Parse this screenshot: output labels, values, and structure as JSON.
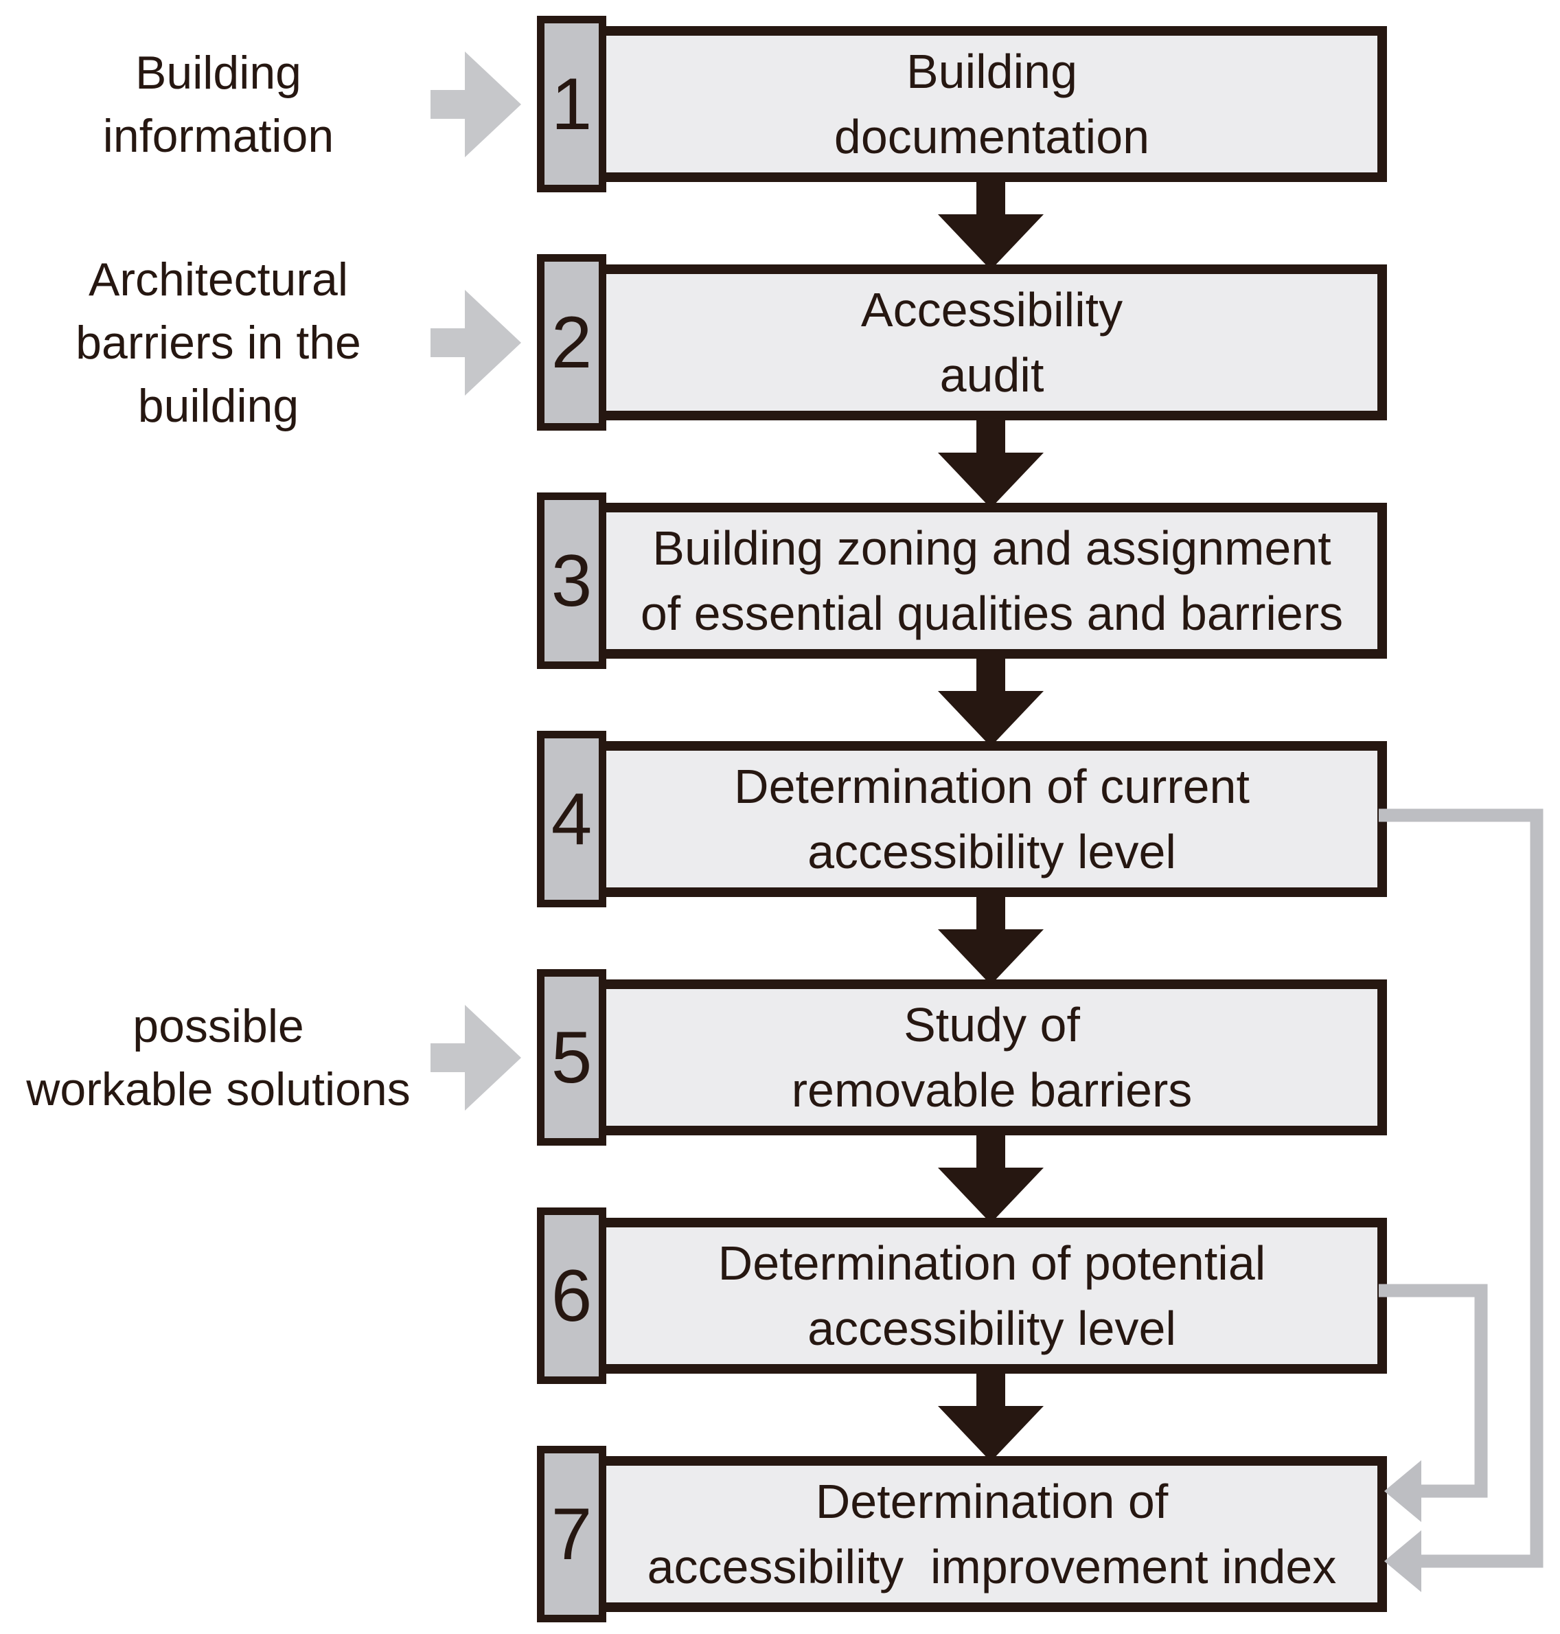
{
  "diagram": {
    "steps": [
      {
        "number": "1",
        "line1": "Building",
        "line2": "documentation"
      },
      {
        "number": "2",
        "line1": "Accessibility",
        "line2": "audit"
      },
      {
        "number": "3",
        "line1": "Building zoning and assignment",
        "line2": "of essential qualities and barriers"
      },
      {
        "number": "4",
        "line1": "Determination of current",
        "line2": "accessibility level"
      },
      {
        "number": "5",
        "line1": "Study of",
        "line2": "removable barriers"
      },
      {
        "number": "6",
        "line1": "Determination of potential",
        "line2": "accessibility level"
      },
      {
        "number": "7",
        "line1": "Determination of",
        "line2": "accessibility  improvement index"
      }
    ],
    "side_labels": [
      {
        "points_to_step": "1",
        "lines": [
          "Building",
          "information"
        ]
      },
      {
        "points_to_step": "2",
        "lines": [
          "Architectural",
          "barriers in the",
          "building"
        ]
      },
      {
        "points_to_step": "5",
        "lines": [
          "possible",
          "workable solutions"
        ]
      }
    ],
    "flow_connections": [
      {
        "from_step": "1",
        "to_step": "2"
      },
      {
        "from_step": "2",
        "to_step": "3"
      },
      {
        "from_step": "3",
        "to_step": "4"
      },
      {
        "from_step": "4",
        "to_step": "5"
      },
      {
        "from_step": "5",
        "to_step": "6"
      },
      {
        "from_step": "6",
        "to_step": "7"
      }
    ],
    "feedback_connections": [
      {
        "from_step": "4",
        "to_step": "7"
      },
      {
        "from_step": "6",
        "to_step": "7"
      }
    ],
    "colors": {
      "dark": "#261711",
      "box_fill": "#ececee",
      "tab_fill": "#c2c3c7",
      "side_arrow": "#c6c7ca",
      "feedback_line": "#bdbec2",
      "background": "#ffffff"
    }
  }
}
